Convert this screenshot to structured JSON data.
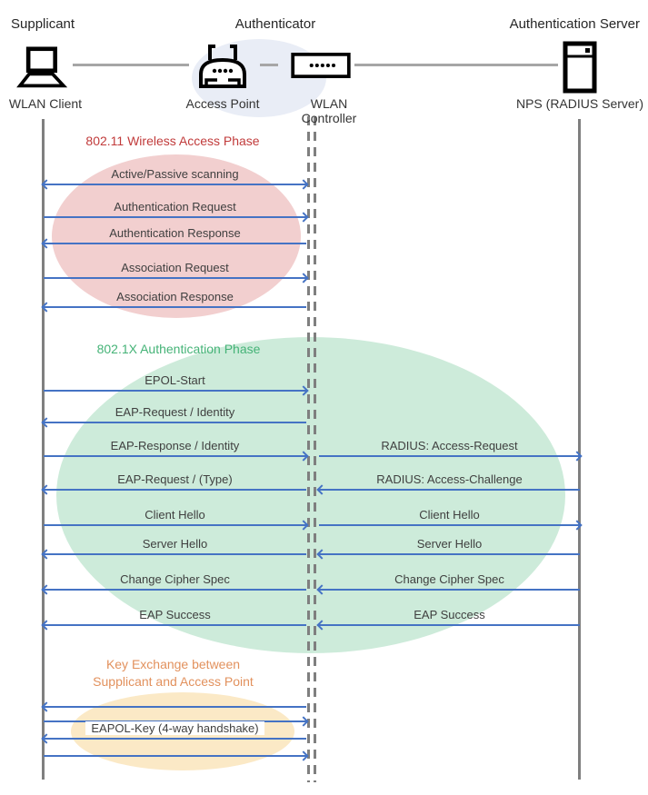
{
  "diagram": {
    "roles": {
      "supplicant": "Supplicant",
      "authenticator": "Authenticator",
      "auth_server": "Authentication Server"
    },
    "nodes": {
      "wlan_client": {
        "label": "WLAN Client",
        "icon": "laptop-icon"
      },
      "access_point": {
        "label": "Access Point",
        "icon": "access-point-icon"
      },
      "wlan_controller": {
        "label": "WLAN Controller",
        "icon": "network-controller-icon"
      },
      "nps": {
        "label": "NPS (RADIUS Server)",
        "icon": "server-icon"
      }
    },
    "phases": {
      "wireless": {
        "title": "802.11 Wireless Access Phase",
        "title_color": "#C13B3B",
        "ellipse_color": "#F2CFCF"
      },
      "auth": {
        "title": "802.1X Authentication Phase",
        "title_color": "#45B377",
        "ellipse_color": "#CDEBDA"
      },
      "key_exchange": {
        "title_line1": "Key Exchange between",
        "title_line2": "Supplicant and Access Point",
        "title_color": "#E2915D",
        "ellipse_color": "#FBE9C6"
      }
    },
    "colors": {
      "arrow": "#4573C4",
      "lifeline": "#7F7F7F",
      "icon_connector": "#A6A6A6",
      "authenticator_ellipse": "#E9EDF6",
      "message_text": "#3F3F3F"
    },
    "messages": {
      "wireless": [
        {
          "label": "Active/Passive scanning",
          "dir": "both"
        },
        {
          "label": "Authentication Request",
          "dir": "right"
        },
        {
          "label": "Authentication Response",
          "dir": "left"
        },
        {
          "label": "Association Request",
          "dir": "right"
        },
        {
          "label": "Association Response",
          "dir": "left"
        }
      ],
      "auth_left": [
        {
          "label": "EPOL-Start",
          "dir": "right"
        },
        {
          "label": "EAP-Request / Identity",
          "dir": "left"
        },
        {
          "label": "EAP-Response / Identity",
          "dir": "right"
        },
        {
          "label": "EAP-Request / (Type)",
          "dir": "left"
        },
        {
          "label": "Client Hello",
          "dir": "right"
        },
        {
          "label": "Server Hello",
          "dir": "left"
        },
        {
          "label": "Change Cipher Spec",
          "dir": "left"
        },
        {
          "label": "EAP Success",
          "dir": "left"
        }
      ],
      "auth_right": [
        {
          "label": "RADIUS: Access-Request",
          "dir": "right"
        },
        {
          "label": "RADIUS: Access-Challenge",
          "dir": "left"
        },
        {
          "label": "Client Hello",
          "dir": "right"
        },
        {
          "label": "Server Hello",
          "dir": "left"
        },
        {
          "label": "Change Cipher Spec",
          "dir": "left"
        },
        {
          "label": "EAP Success",
          "dir": "left"
        }
      ],
      "key_exchange": [
        {
          "label": "",
          "dir": "left"
        },
        {
          "label": "",
          "dir": "right"
        },
        {
          "label": "EAPOL-Key (4-way handshake)",
          "dir": "left"
        },
        {
          "label": "",
          "dir": "right"
        }
      ]
    }
  }
}
